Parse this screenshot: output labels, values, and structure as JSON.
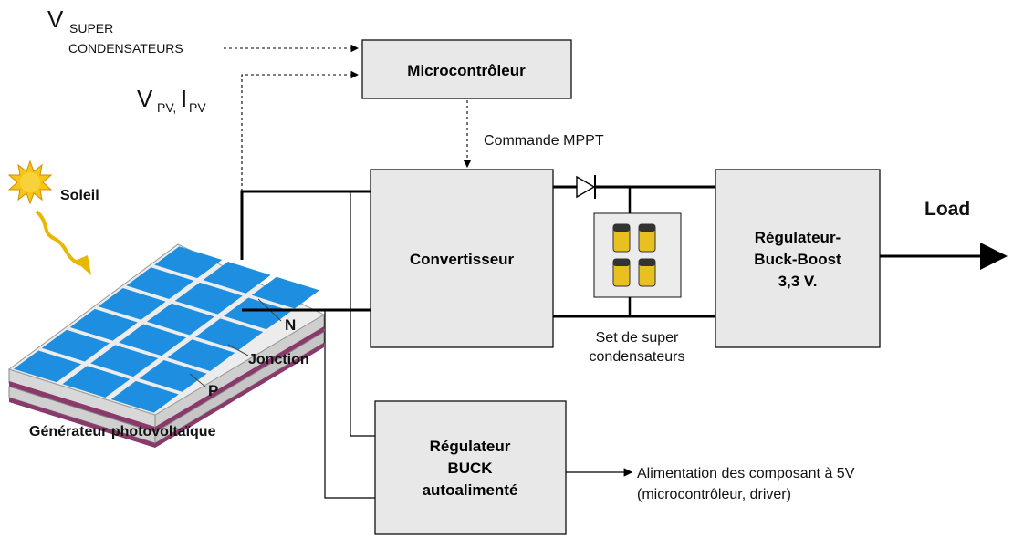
{
  "labels": {
    "v_super": "V",
    "v_super_sub": "SUPER",
    "condensateurs": "CONDENSATEURS",
    "vpv": "V",
    "vpv_sub": "PV,",
    "ipv": "I",
    "ipv_sub": "PV",
    "soleil": "Soleil",
    "commande": "Commande MPPT",
    "load": "Load",
    "n": "N",
    "p": "P",
    "jonction": "Jonction",
    "generateur": "Générateur photovoltaïque",
    "set_line1": "Set de super",
    "set_line2": "condensateurs",
    "alim_line1": "Alimentation des composant à 5V",
    "alim_line2": "(microcontrôleur, driver)"
  },
  "blocks": {
    "micro": "Microcontrôleur",
    "convertisseur": "Convertisseur",
    "regbb_line1": "Régulateur-",
    "regbb_line2": "Buck-Boost",
    "regbb_line3": "3,3 V.",
    "regbuck_line1": "Régulateur",
    "regbuck_line2": "BUCK",
    "regbuck_line3": "autoalimenté"
  },
  "colors": {
    "block_fill": "#e8e8e8",
    "panel_cell": "#1e8ee0",
    "panel_layer": "#8a3a6a",
    "sun": "#f5c518",
    "capacitor_yellow": "#e8c020"
  }
}
